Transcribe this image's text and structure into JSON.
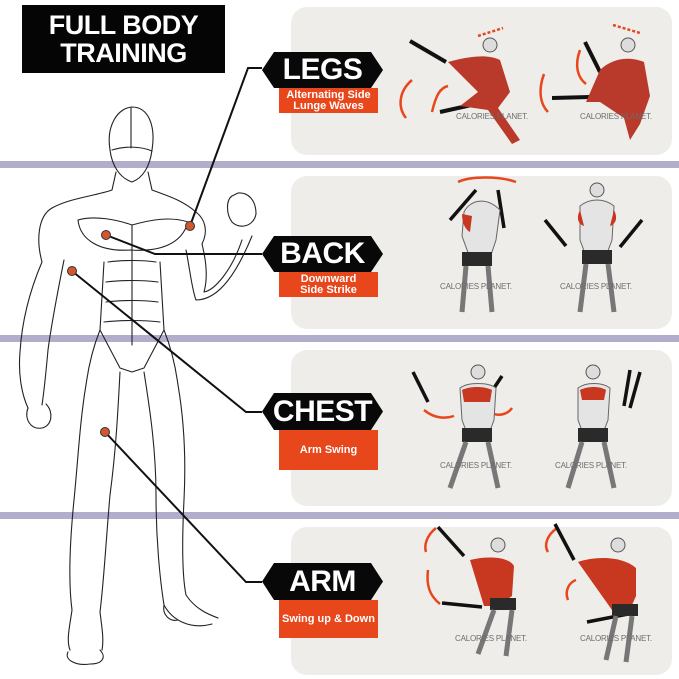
{
  "header": {
    "title_line1": "FULL BODY",
    "title_line2": "TRAINING"
  },
  "colors": {
    "accent": "#e8461b",
    "label_bg": "#080808",
    "panel_bg": "#efedea",
    "divider": "#b1aecb",
    "muscle": "#c8371f"
  },
  "sections": [
    {
      "label": "LEGS",
      "subtitle_line1": "Alternating Side",
      "subtitle_line2": "Lunge Waves",
      "watermarks": [
        "CALORIES PLANET.",
        "CALORIES PLANET."
      ]
    },
    {
      "label": "BACK",
      "subtitle_line1": "Downward",
      "subtitle_line2": "Side Strike",
      "watermarks": [
        "CALORIES PLANET.",
        "CALORIES PLANET."
      ]
    },
    {
      "label": "CHEST",
      "subtitle_line1": "Arm Swing",
      "subtitle_line2": "",
      "watermarks": [
        "CALORIES PLANET.",
        "CALORIES PLANET."
      ]
    },
    {
      "label": "ARM",
      "subtitle_line1": "Swing up & Down",
      "subtitle_line2": "",
      "watermarks": [
        "CALORIES PLANET.",
        "CALORIES PLANET."
      ]
    }
  ]
}
